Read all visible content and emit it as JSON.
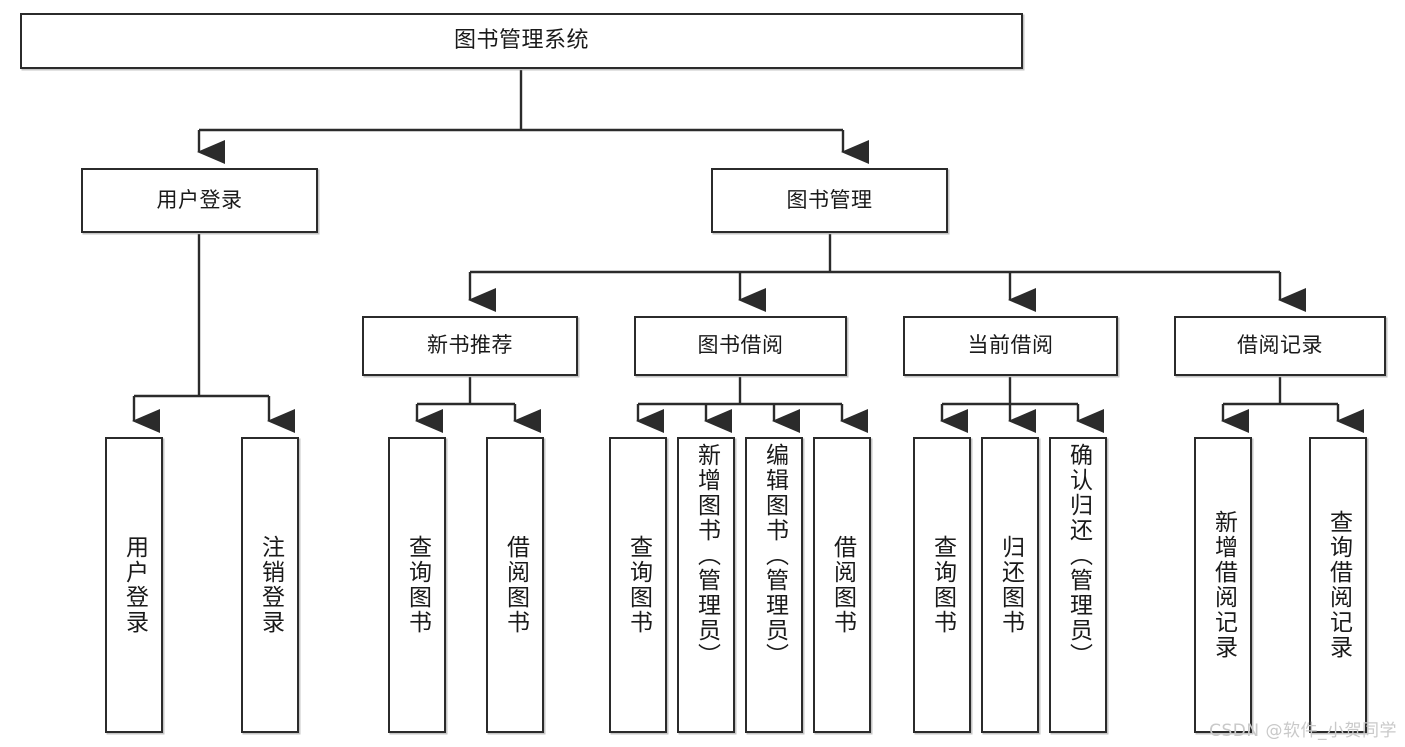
{
  "diagram": {
    "type": "tree",
    "title": "图书管理系统",
    "nodes": {
      "root": {
        "label": "图书管理系统",
        "level": 0
      },
      "user_login": {
        "label": "用户登录",
        "level": 1
      },
      "book_mgmt": {
        "label": "图书管理",
        "level": 1
      },
      "new_book_rec": {
        "label": "新书推荐",
        "level": 2
      },
      "book_borrow": {
        "label": "图书借阅",
        "level": 2
      },
      "current_borrow": {
        "label": "当前借阅",
        "level": 2
      },
      "borrow_record": {
        "label": "借阅记录",
        "level": 2
      },
      "leaf_user_login": {
        "label": "用户登录",
        "level": 3
      },
      "leaf_logout": {
        "label": "注销登录",
        "level": 3
      },
      "leaf_query_book_1": {
        "label": "查询图书",
        "level": 3
      },
      "leaf_borrow_book_1": {
        "label": "借阅图书",
        "level": 3
      },
      "leaf_query_book_2": {
        "label": "查询图书",
        "level": 3
      },
      "leaf_add_book": {
        "label": "新增图书（管理员）",
        "level": 3
      },
      "leaf_edit_book": {
        "label": "编辑图书（管理员）",
        "level": 3
      },
      "leaf_borrow_book_2": {
        "label": "借阅图书",
        "level": 3
      },
      "leaf_query_book_3": {
        "label": "查询图书",
        "level": 3
      },
      "leaf_return_book": {
        "label": "归还图书",
        "level": 3
      },
      "leaf_confirm_return": {
        "label": "确认归还（管理员）",
        "level": 3
      },
      "leaf_add_record": {
        "label": "新增借阅记录",
        "level": 3
      },
      "leaf_query_record": {
        "label": "查询借阅记录",
        "level": 3
      }
    },
    "edges": [
      {
        "from": "root",
        "to": "user_login"
      },
      {
        "from": "root",
        "to": "book_mgmt"
      },
      {
        "from": "user_login",
        "to": "leaf_user_login"
      },
      {
        "from": "user_login",
        "to": "leaf_logout"
      },
      {
        "from": "book_mgmt",
        "to": "new_book_rec"
      },
      {
        "from": "book_mgmt",
        "to": "book_borrow"
      },
      {
        "from": "book_mgmt",
        "to": "current_borrow"
      },
      {
        "from": "book_mgmt",
        "to": "borrow_record"
      },
      {
        "from": "new_book_rec",
        "to": "leaf_query_book_1"
      },
      {
        "from": "new_book_rec",
        "to": "leaf_borrow_book_1"
      },
      {
        "from": "book_borrow",
        "to": "leaf_query_book_2"
      },
      {
        "from": "book_borrow",
        "to": "leaf_add_book"
      },
      {
        "from": "book_borrow",
        "to": "leaf_edit_book"
      },
      {
        "from": "book_borrow",
        "to": "leaf_borrow_book_2"
      },
      {
        "from": "current_borrow",
        "to": "leaf_query_book_3"
      },
      {
        "from": "current_borrow",
        "to": "leaf_return_book"
      },
      {
        "from": "current_borrow",
        "to": "leaf_confirm_return"
      },
      {
        "from": "borrow_record",
        "to": "leaf_add_record"
      },
      {
        "from": "borrow_record",
        "to": "leaf_query_record"
      }
    ]
  },
  "watermark": {
    "text": "CSDN @软件_小贺同学"
  },
  "colors": {
    "border": "#2b2b2b",
    "background": "#ffffff",
    "text": "#1a1a1a",
    "watermark": "#c9c9c9"
  }
}
